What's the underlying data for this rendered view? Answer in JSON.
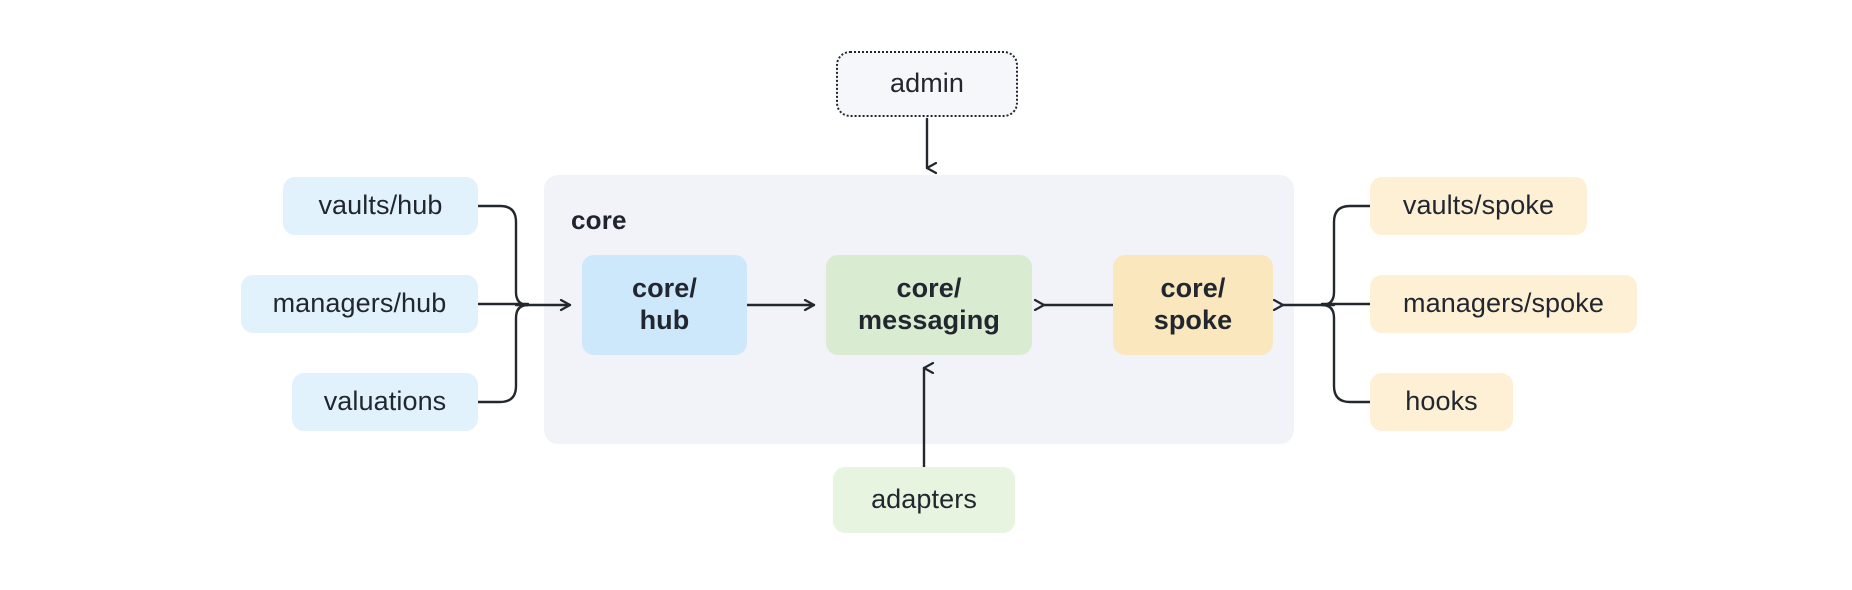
{
  "diagram": {
    "type": "architecture-flow",
    "background": "#ffffff",
    "edge_color": "#23282f"
  },
  "cluster": {
    "name": "core-cluster",
    "label": "core",
    "background": "#f1f3f8"
  },
  "nodes": {
    "admin": {
      "label": "admin",
      "fill": "#f6f7fb",
      "border": "dotted",
      "bold": false
    },
    "vaults_hub": {
      "label": "vaults/hub",
      "fill": "#e2f2fc",
      "bold": false
    },
    "managers_hub": {
      "label": "managers/hub",
      "fill": "#e2f2fc",
      "bold": false
    },
    "valuations": {
      "label": "valuations",
      "fill": "#e2f2fc",
      "bold": false
    },
    "core_hub": {
      "label": "core/\nhub",
      "fill": "#cde8fb",
      "bold": true
    },
    "core_messaging": {
      "label": "core/\nmessaging",
      "fill": "#d9ecd2",
      "bold": true
    },
    "core_spoke": {
      "label": "core/\nspoke",
      "fill": "#fae7bd",
      "bold": true
    },
    "vaults_spoke": {
      "label": "vaults/spoke",
      "fill": "#fdf0d4",
      "bold": false
    },
    "managers_spoke": {
      "label": "managers/spoke",
      "fill": "#fdf0d4",
      "bold": false
    },
    "hooks": {
      "label": "hooks",
      "fill": "#fdf0d4",
      "bold": false
    },
    "adapters": {
      "label": "adapters",
      "fill": "#e6f4e0",
      "bold": false
    }
  },
  "edges": [
    {
      "from": "admin",
      "to": "core-cluster",
      "direction": "down"
    },
    {
      "from": "vaults/hub",
      "to": "core/hub",
      "direction": "right"
    },
    {
      "from": "managers/hub",
      "to": "core/hub",
      "direction": "right"
    },
    {
      "from": "valuations",
      "to": "core/hub",
      "direction": "right"
    },
    {
      "from": "core/hub",
      "to": "core/messaging",
      "direction": "right"
    },
    {
      "from": "core/spoke",
      "to": "core/messaging",
      "direction": "left"
    },
    {
      "from": "vaults/spoke",
      "to": "core/spoke",
      "direction": "left"
    },
    {
      "from": "managers/spoke",
      "to": "core/spoke",
      "direction": "left"
    },
    {
      "from": "hooks",
      "to": "core/spoke",
      "direction": "left"
    },
    {
      "from": "adapters",
      "to": "core/messaging",
      "direction": "up"
    }
  ]
}
